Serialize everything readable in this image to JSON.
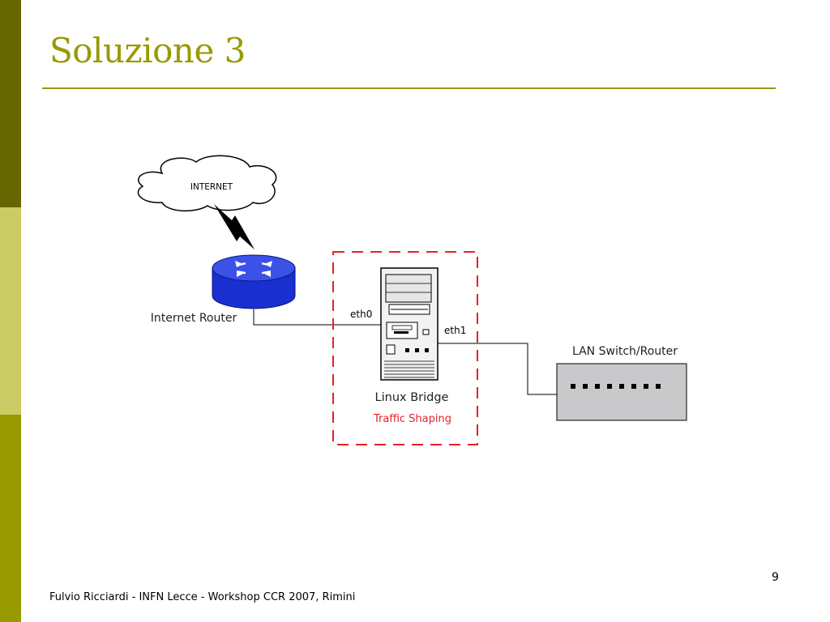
{
  "slide": {
    "title": "Soluzione 3",
    "footer": "Fulvio Ricciardi - INFN Lecce - Workshop CCR 2007, Rimini",
    "page_number": "9"
  },
  "diagram": {
    "cloud_label": "INTERNET",
    "router_label": "Internet Router",
    "eth0_label": "eth0",
    "eth1_label": "eth1",
    "bridge_label": "Linux Bridge",
    "traffic_label": "Traffic Shaping",
    "switch_label": "LAN Switch/Router"
  },
  "colors": {
    "accent": "#999900",
    "band_dark": "#666600",
    "band_light": "#cccc66",
    "router_blue": "#1a2fd0",
    "dashed_box": "#e8202a",
    "traffic_text": "#e8202a",
    "switch_fill": "#c9c9cc"
  }
}
